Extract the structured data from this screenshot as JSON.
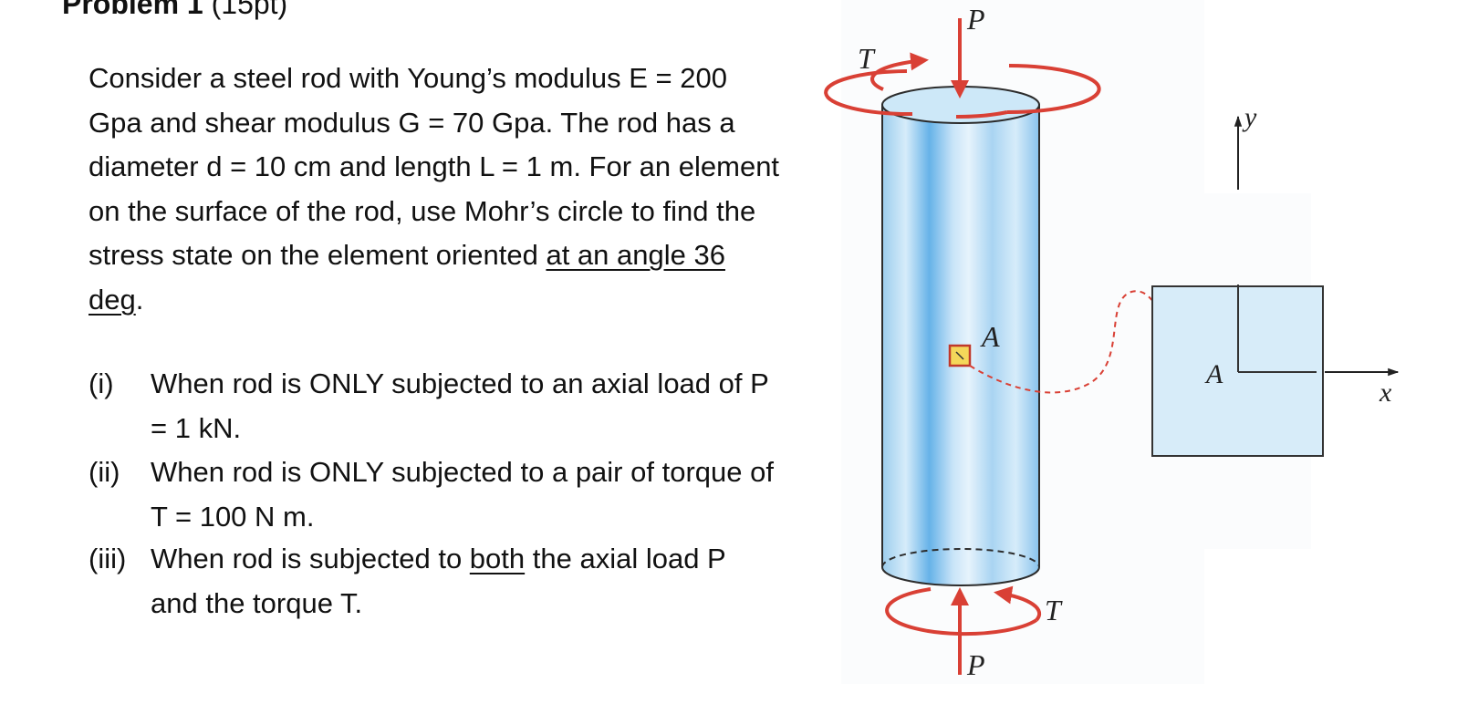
{
  "problem": {
    "title_bold": "Problem 1",
    "title_points": "(15pt)",
    "intro_before": "Consider a steel rod with Young’s modulus E = 200 Gpa and shear modulus G = 70 Gpa. The rod has a diameter d = 10 cm and length L = 1 m. For an element on the surface of the rod, use Mohr’s circle to find the stress state on the element oriented ",
    "intro_underlined": "at an angle 36 deg",
    "intro_after": ".",
    "items": [
      {
        "number": "(i)",
        "text": "When rod is ONLY subjected to an axial load of P = 1 kN."
      },
      {
        "number": "(ii)",
        "text": "When rod is ONLY subjected to a pair of torque of T = 100 N m."
      },
      {
        "number": "(iii)",
        "text_before": "When rod is subjected to ",
        "text_underlined": "both",
        "text_after": " the axial load P and the torque T."
      }
    ]
  },
  "figure": {
    "labels": {
      "load_top": "P",
      "load_bottom": "P",
      "torque_top": "T",
      "torque_bottom": "T",
      "point_rod": "A",
      "point_element": "A",
      "axis_x": "x",
      "axis_y": "y"
    },
    "colors": {
      "arrow": "#d94035",
      "rod_light": "#d6ecfa",
      "rod_mid": "#a9d4f2",
      "rod_dark": "#66b2e8",
      "element_fill": "#d7ecf9",
      "marker_fill": "#f4d75a",
      "outline": "#333333"
    }
  }
}
